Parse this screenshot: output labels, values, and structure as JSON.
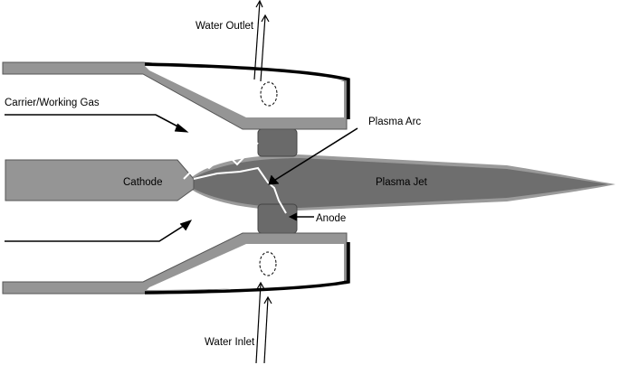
{
  "labels": {
    "water_outlet": "Water Outlet",
    "carrier_gas": "Carrier/Working Gas",
    "plasma_arc": "Plasma Arc",
    "cathode": "Cathode",
    "plasma_jet": "Plasma Jet",
    "anode": "Anode",
    "water_inlet": "Water Inlet"
  },
  "colors": {
    "wall_gray": "#959595",
    "wall_outline": "#555555",
    "jet_dark": "#6e6e6e",
    "jet_halo": "#9a9a9a",
    "anode_gray": "#6a6a6a",
    "arc_white": "#ffffff",
    "line_black": "#000000"
  }
}
